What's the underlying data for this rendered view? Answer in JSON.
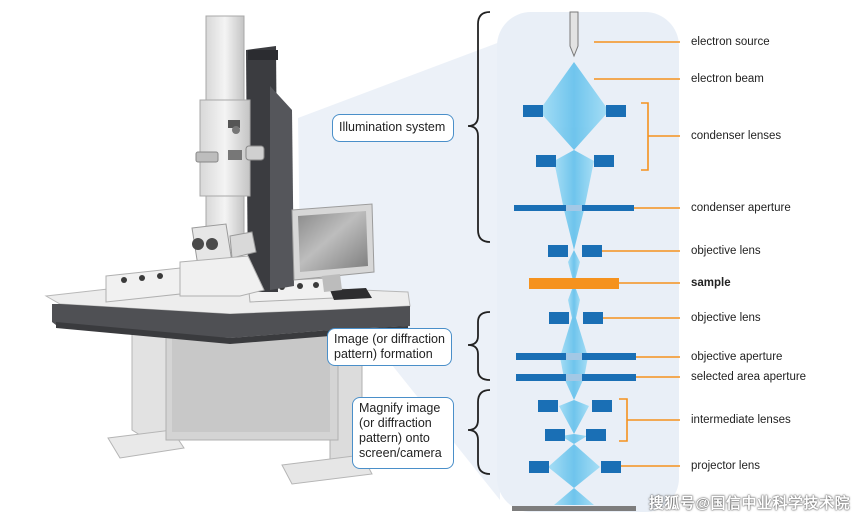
{
  "callouts": {
    "illumination": "Illumination system",
    "image_formation": "Image (or diffraction pattern) formation",
    "magnify": "Magnify image (or diffraction pattern) onto screen/camera"
  },
  "labels": [
    {
      "text": "electron source",
      "bold": false
    },
    {
      "text": "electron beam",
      "bold": false
    },
    {
      "text": "condenser lenses",
      "bold": false
    },
    {
      "text": "condenser aperture",
      "bold": false
    },
    {
      "text": "objective lens",
      "bold": false
    },
    {
      "text": "sample",
      "bold": true
    },
    {
      "text": "objective lens",
      "bold": false
    },
    {
      "text": "objective aperture",
      "bold": false
    },
    {
      "text": "selected area aperture",
      "bold": false
    },
    {
      "text": "intermediate lenses",
      "bold": false
    },
    {
      "text": "projector lens",
      "bold": false
    }
  ],
  "watermark": "搜狐号@国信中业科学技术院",
  "colors": {
    "lens": "#1a6fb5",
    "sample": "#f5921e",
    "leader": "#f5921e",
    "bracket": "#222222",
    "callout_border": "#4a8fc9",
    "beam": "#7fcdf0",
    "column_bg": "#eaf0f8"
  },
  "icons": [
    "tem-microscope-illustration",
    "computer-monitor-icon"
  ]
}
